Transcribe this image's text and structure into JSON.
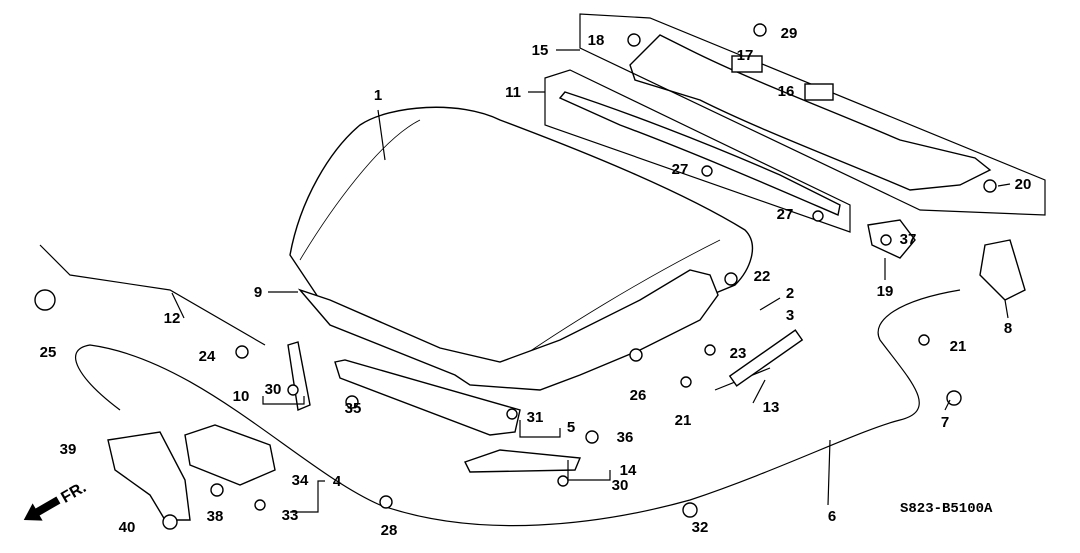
{
  "diagram": {
    "callouts": [
      "1",
      "2",
      "3",
      "4",
      "5",
      "6",
      "7",
      "8",
      "9",
      "10",
      "11",
      "12",
      "13",
      "14",
      "15",
      "16",
      "17",
      "18",
      "19",
      "20",
      "21",
      "21",
      "22",
      "23",
      "24",
      "25",
      "26",
      "27",
      "27",
      "28",
      "29",
      "30",
      "30",
      "31",
      "32",
      "33",
      "34",
      "35",
      "36",
      "37",
      "38",
      "39",
      "40"
    ],
    "diagram_code": "S823-B5100A",
    "direction_label": "FR."
  }
}
